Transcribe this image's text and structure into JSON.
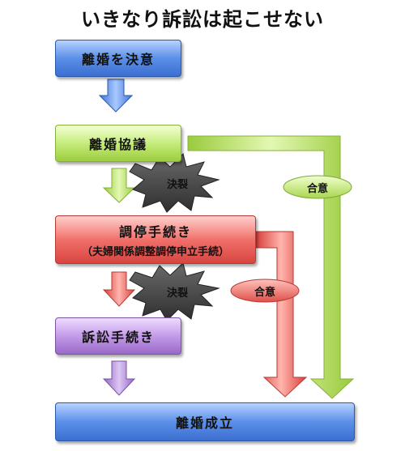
{
  "title": "いきなり訴訟は起こせない",
  "steps": {
    "decide": "離婚を決意",
    "negotiate": "離婚協議",
    "mediation_line1": "調停手続き",
    "mediation_line2": "（夫婦関係調整調停申立手続）",
    "lawsuit": "訴訟手続き",
    "divorce": "離婚成立"
  },
  "labels": {
    "breakdown_1": "決裂",
    "breakdown_2": "決裂",
    "agreement_1": "合意",
    "agreement_2": "合意"
  },
  "colors": {
    "blue": "#3c6fd0",
    "green": "#9ccd3e",
    "red": "#d94540",
    "purple": "#9a6ac9",
    "burst": "#444444"
  }
}
